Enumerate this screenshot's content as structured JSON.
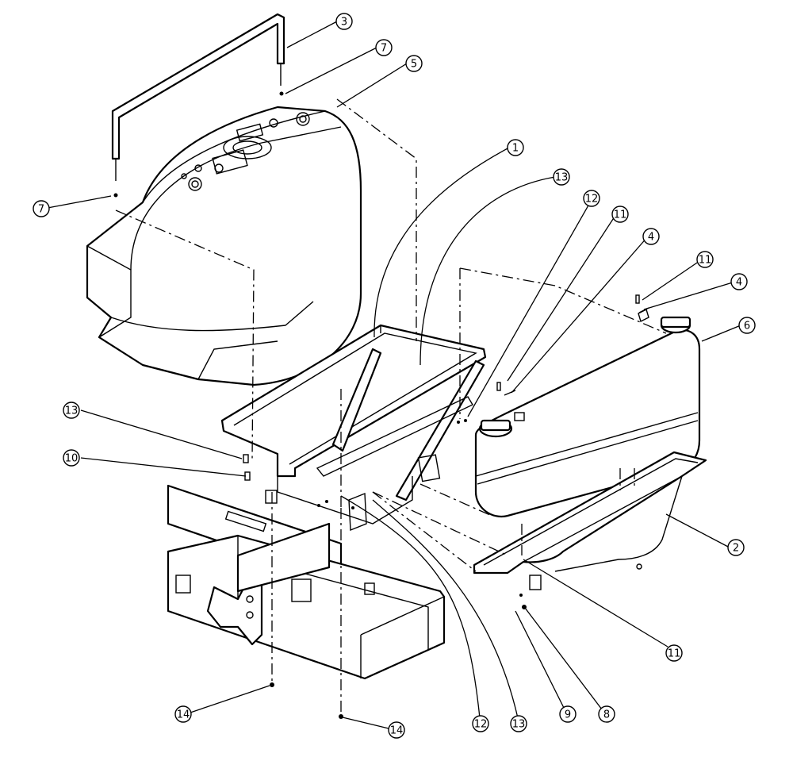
{
  "callouts": [
    {
      "id": "c3",
      "label": "3"
    },
    {
      "id": "c7a",
      "label": "7"
    },
    {
      "id": "c5",
      "label": "5"
    },
    {
      "id": "c7b",
      "label": "7"
    },
    {
      "id": "c1",
      "label": "1"
    },
    {
      "id": "c13a",
      "label": "13"
    },
    {
      "id": "c12a",
      "label": "12"
    },
    {
      "id": "c11a",
      "label": "11"
    },
    {
      "id": "c4a",
      "label": "4"
    },
    {
      "id": "c11b",
      "label": "11"
    },
    {
      "id": "c4b",
      "label": "4"
    },
    {
      "id": "c6",
      "label": "6"
    },
    {
      "id": "c13b",
      "label": "13"
    },
    {
      "id": "c10",
      "label": "10"
    },
    {
      "id": "c2",
      "label": "2"
    },
    {
      "id": "c11c",
      "label": "11"
    },
    {
      "id": "c14a",
      "label": "14"
    },
    {
      "id": "c14b",
      "label": "14"
    },
    {
      "id": "c12b",
      "label": "12"
    },
    {
      "id": "c13c",
      "label": "13"
    },
    {
      "id": "c9",
      "label": "9"
    },
    {
      "id": "c8",
      "label": "8"
    }
  ]
}
